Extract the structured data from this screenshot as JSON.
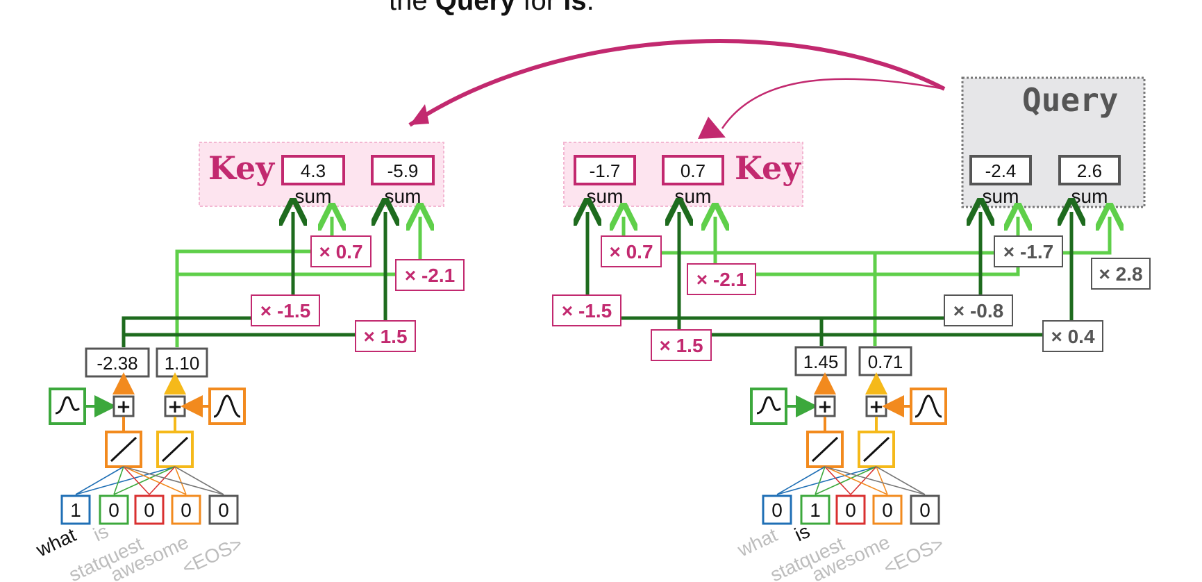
{
  "title": {
    "pre": "the ",
    "query_word": "Query",
    "mid": " for ",
    "token_word": "is",
    "post": "."
  },
  "left": {
    "key_label": "Key",
    "key_values": [
      "4.3",
      "-5.9"
    ],
    "sum_label": "sum",
    "weights": {
      "w_top_a": "0.7",
      "w_top_b": "-2.1",
      "w_bot_a": "-1.5",
      "w_bot_b": "1.5"
    },
    "encodings": [
      "-2.38",
      "1.10"
    ],
    "one_hot": [
      "1",
      "0",
      "0",
      "0",
      "0"
    ],
    "tokens": [
      "what",
      "is",
      "statquest",
      "awesome",
      "<EOS>"
    ],
    "active_token": 0
  },
  "right": {
    "key_label": "Key",
    "key_values": [
      "-1.7",
      "0.7"
    ],
    "query_label": "Query",
    "query_values": [
      "-2.4",
      "2.6"
    ],
    "sum_label": "sum",
    "key_weights": {
      "w_top_a": "0.7",
      "w_top_b": "-2.1",
      "w_bot_a": "-1.5",
      "w_bot_b": "1.5"
    },
    "query_weights": {
      "w_top_a": "-1.7",
      "w_top_b": "2.8",
      "w_bot_a": "-0.8",
      "w_bot_b": "0.4"
    },
    "encodings": [
      "1.45",
      "0.71"
    ],
    "one_hot": [
      "0",
      "1",
      "0",
      "0",
      "0"
    ],
    "tokens": [
      "what",
      "is",
      "statquest",
      "awesome",
      "<EOS>"
    ],
    "active_token": 1
  },
  "colors": {
    "magenta": "#c2296f",
    "key_bg": "#fde4ef",
    "query_bg": "#e6e6e8",
    "dark_green": "#1e6b1e",
    "light_green": "#5fcf4a",
    "orange": "#f28a1e",
    "yellow": "#f5b91a",
    "blue": "#1f6fb5",
    "green": "#3ca83c",
    "red": "#d93030",
    "gray": "#555555",
    "inactive_token": "#bdbdbd"
  },
  "icons": [
    "sigmoid-wave-icon",
    "plus-icon",
    "linear-activation-icon",
    "bell-curve-icon"
  ]
}
